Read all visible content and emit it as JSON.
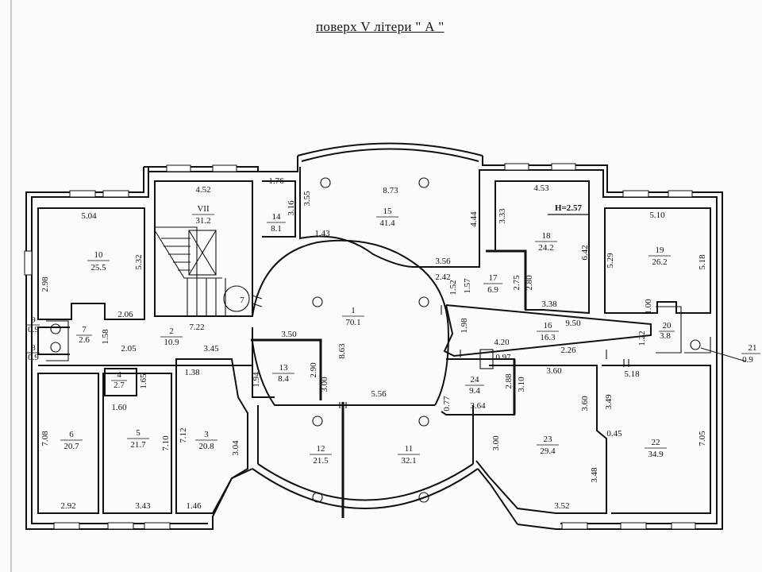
{
  "title": "поверх V літери \" А \"",
  "rooms": [
    {
      "id": "r1",
      "num": "1",
      "area": "70.1"
    },
    {
      "id": "r2",
      "num": "2",
      "area": "10.9"
    },
    {
      "id": "r3",
      "num": "3",
      "area": "20.8"
    },
    {
      "id": "r4",
      "num": "4",
      "area": "2.7"
    },
    {
      "id": "r5",
      "num": "5",
      "area": "21.7"
    },
    {
      "id": "r6",
      "num": "6",
      "area": "20.7"
    },
    {
      "id": "r7",
      "num": "7",
      "area": "2.6"
    },
    {
      "id": "r8",
      "num": "8",
      "area": "0.9"
    },
    {
      "id": "r9",
      "num": "9",
      "area": "0.9"
    },
    {
      "id": "r10",
      "num": "10",
      "area": "25.5"
    },
    {
      "id": "r11",
      "num": "11",
      "area": "32.1"
    },
    {
      "id": "r12",
      "num": "12",
      "area": "21.5"
    },
    {
      "id": "r13",
      "num": "13",
      "area": "8.4"
    },
    {
      "id": "r14",
      "num": "14",
      "area": "8.1"
    },
    {
      "id": "r15",
      "num": "15",
      "area": "41.4"
    },
    {
      "id": "r16",
      "num": "16",
      "area": "16.3"
    },
    {
      "id": "r17",
      "num": "17",
      "area": "6.9"
    },
    {
      "id": "r18",
      "num": "18",
      "area": "24.2"
    },
    {
      "id": "r19",
      "num": "19",
      "area": "26.2"
    },
    {
      "id": "r20",
      "num": "20",
      "area": "3.8"
    },
    {
      "id": "r21",
      "num": "21",
      "area": "0.9"
    },
    {
      "id": "r22",
      "num": "22",
      "area": "34.9"
    },
    {
      "id": "r23",
      "num": "23",
      "area": "29.4"
    },
    {
      "id": "r24",
      "num": "24",
      "area": "9.4"
    },
    {
      "id": "rVII",
      "num": "VII",
      "area": "31.2"
    }
  ],
  "stair_label": "7",
  "height_note": "H=2.57",
  "dimensions": {
    "d_504": "5.04",
    "d_532": "5.32",
    "d_298": "2.98",
    "d_206": "2.06",
    "d_452": "4.52",
    "d_176": "1.76",
    "d_316": "3.16",
    "d_355": "3.55",
    "d_873": "8.73",
    "d_444": "4.44",
    "d_143": "1.43",
    "d_356": "3.56",
    "d_242": "2.42",
    "d_152": "1.52",
    "d_157": "1.57",
    "d_275": "2.75",
    "d_280": "2.80",
    "d_453": "4.53",
    "d_333": "3.33",
    "d_642": "6.42",
    "d_338": "3.38",
    "d_510": "5.10",
    "d_529": "5.29",
    "d_518a": "5.18",
    "d_100": "1.00",
    "d_950": "9.50",
    "d_122": "1.22",
    "d_198": "1.98",
    "d_420": "4.20",
    "d_226": "2.26",
    "d_097": "0.97",
    "d_360a": "3.60",
    "d_360b": "3.60",
    "d_518b": "5.18",
    "d_349": "3.49",
    "d_045": "0.45",
    "d_705": "7.05",
    "d_288": "2.88",
    "d_310": "3.10",
    "d_077": "0.77",
    "d_364": "3.64",
    "d_300a": "3.00",
    "d_348": "3.48",
    "d_352": "3.52",
    "d_556": "5.56",
    "d_863": "8.63",
    "d_300b": "3.00",
    "d_350": "3.50",
    "d_290": "2.90",
    "d_194": "1.94",
    "d_722": "7.22",
    "d_205": "2.05",
    "d_345": "3.45",
    "d_158": "1.58",
    "d_09a": "0.9",
    "d_09b": "0.9",
    "d_138": "1.38",
    "d_165": "1.65",
    "d_160": "1.60",
    "d_708": "7.08",
    "d_710": "7.10",
    "d_712": "7.12",
    "d_304": "3.04",
    "d_292": "2.92",
    "d_343": "3.43",
    "d_146": "1.46",
    "d_09c": "0.9"
  }
}
